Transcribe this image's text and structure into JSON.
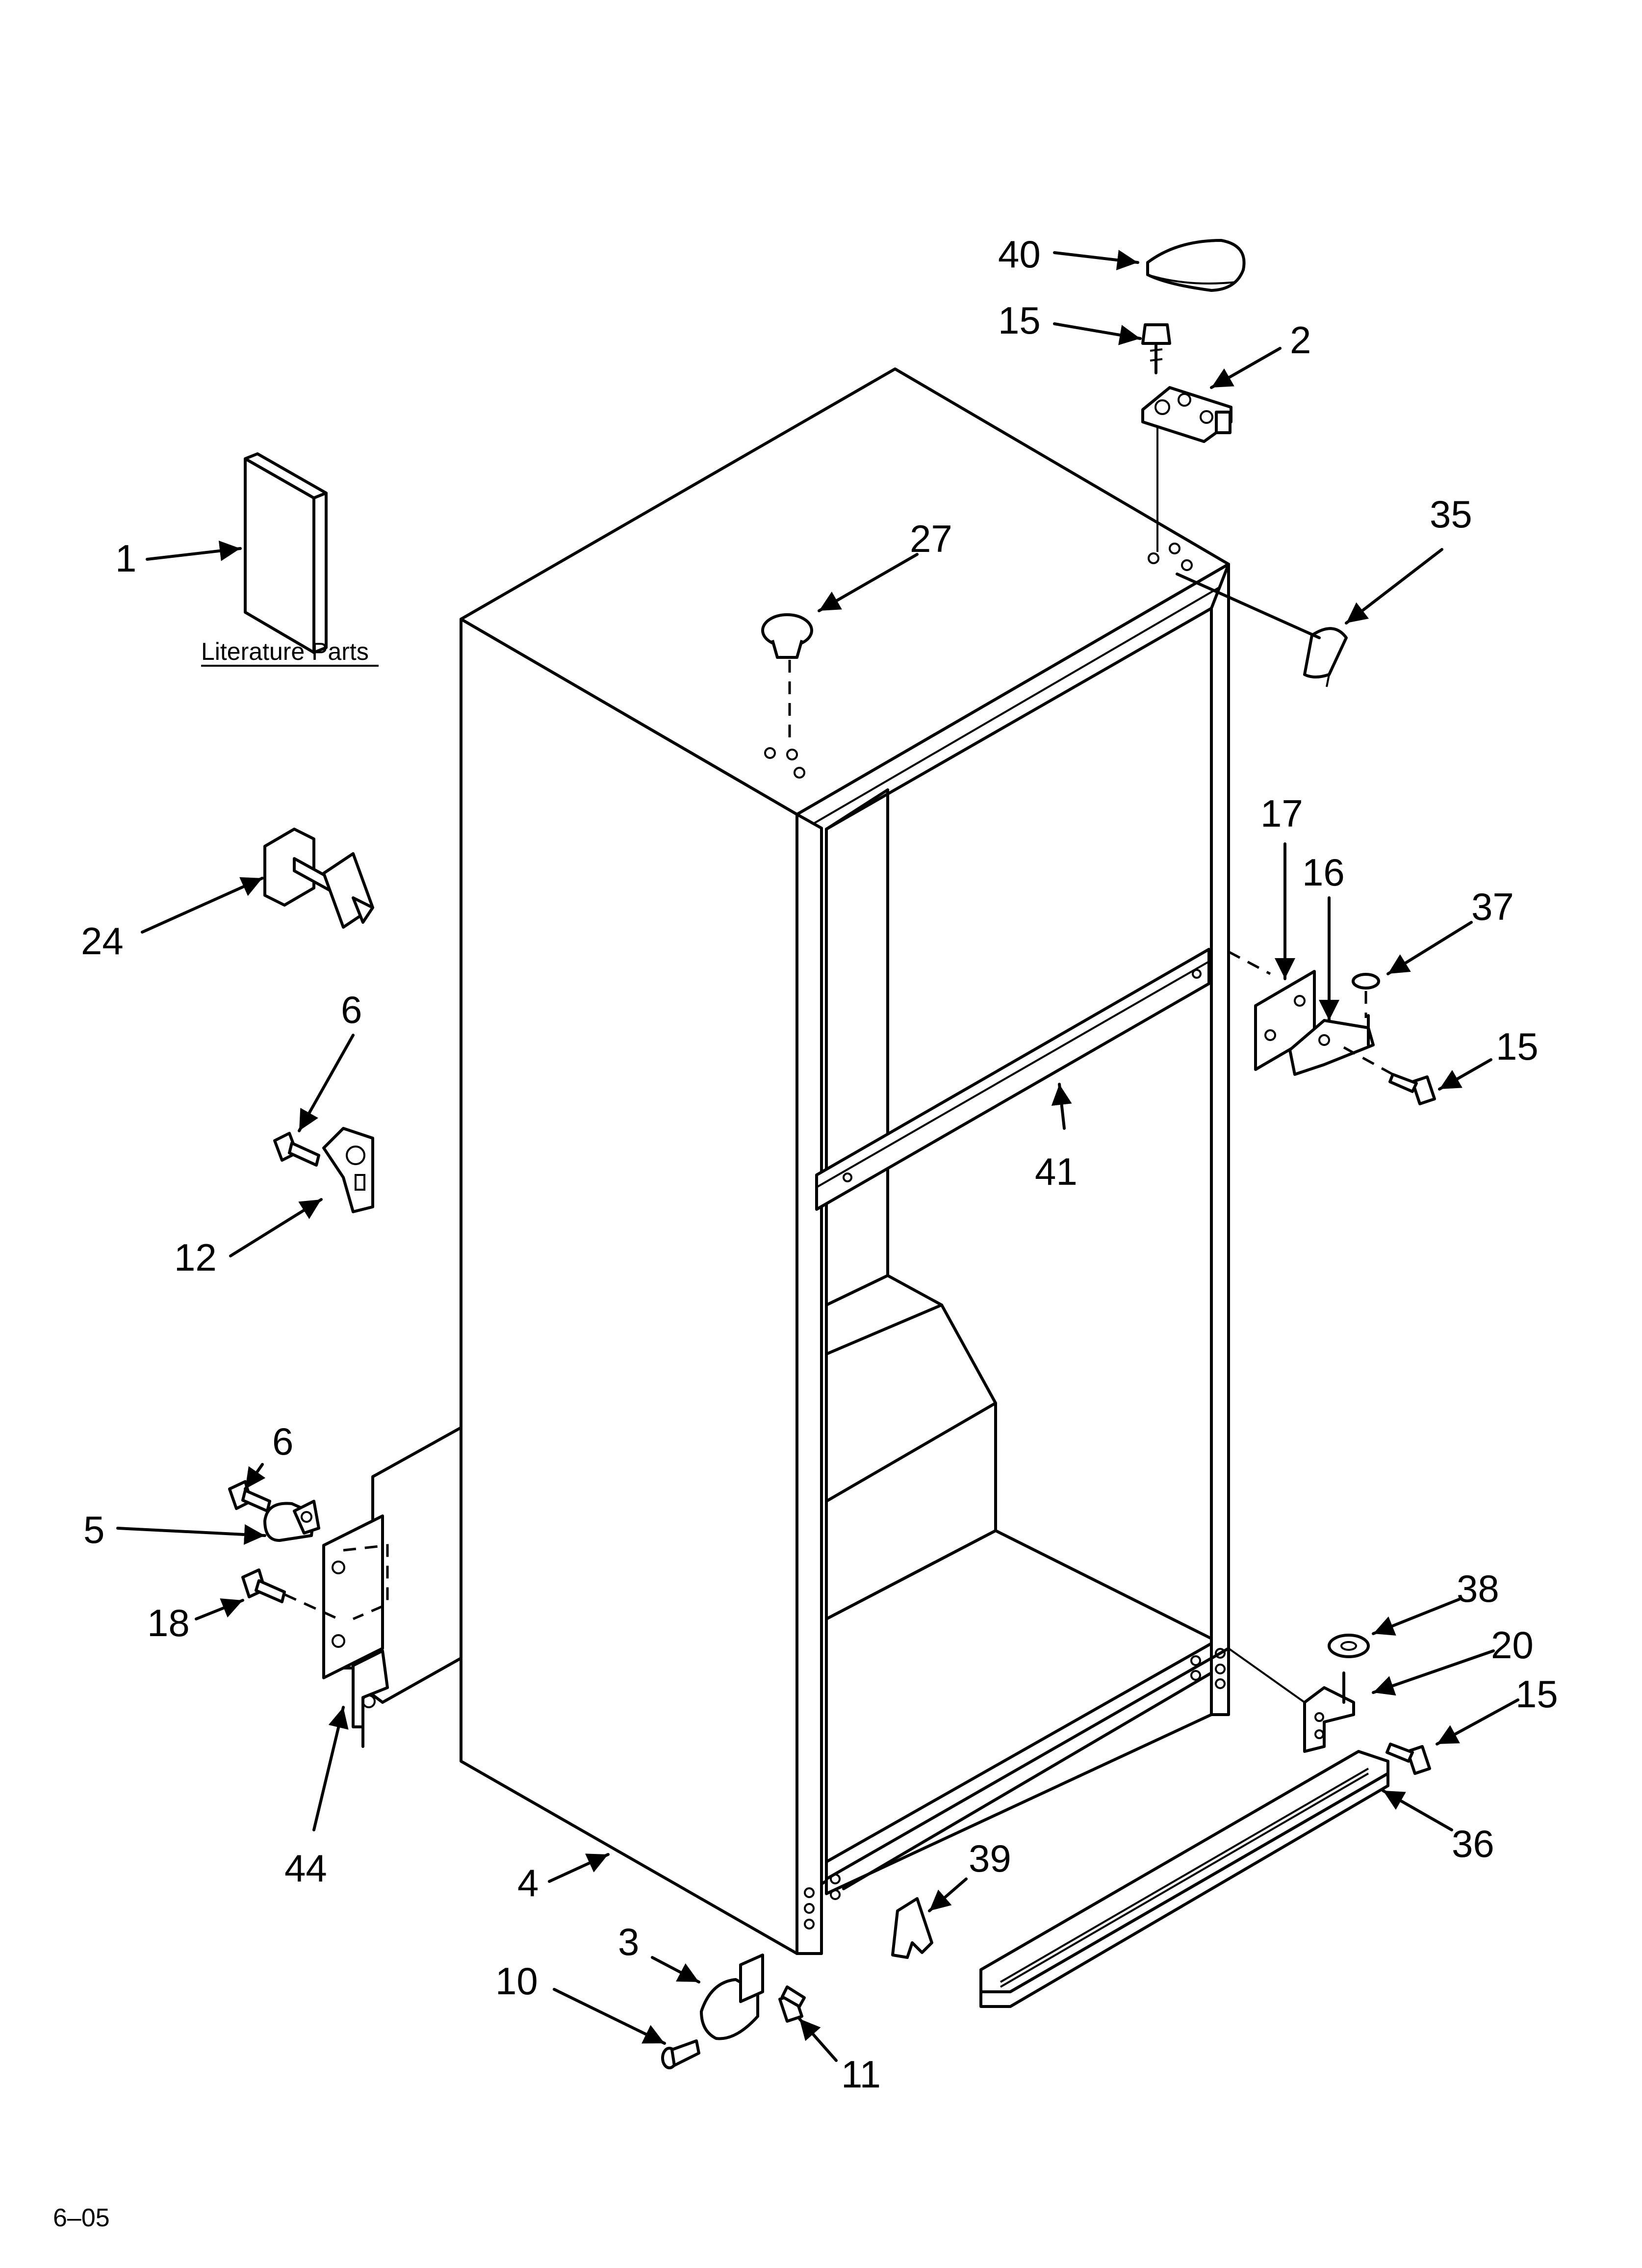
{
  "literature_label": "Literature Parts",
  "footer_code": "6–05",
  "callouts": {
    "c1": "1",
    "c2": "2",
    "c3": "3",
    "c4": "4",
    "c5": "5",
    "c6a": "6",
    "c6b": "6",
    "c10": "10",
    "c11": "11",
    "c12": "12",
    "c15a": "15",
    "c15b": "15",
    "c15c": "15",
    "c16": "16",
    "c17": "17",
    "c18": "18",
    "c20": "20",
    "c24": "24",
    "c27": "27",
    "c35": "35",
    "c36": "36",
    "c37": "37",
    "c38": "38",
    "c39": "39",
    "c40": "40",
    "c41": "41",
    "c44": "44"
  }
}
